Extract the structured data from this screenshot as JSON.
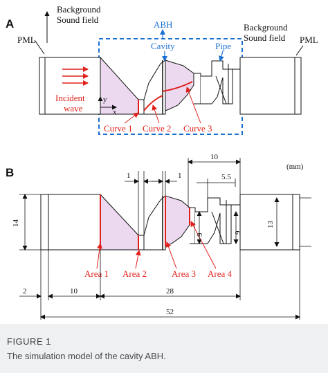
{
  "panel_a": {
    "letter": "A",
    "pml_left": "PML",
    "pml_right": "PML",
    "background_left_1": "Background",
    "background_left_2": "Sound field",
    "background_right_1": "Background",
    "background_right_2": "Sound field",
    "abh": "ABH",
    "cavity": "Cavity",
    "pipe": "Pipe",
    "incident_1": "Incident",
    "incident_2": "wave",
    "axis_y": "y",
    "axis_x": "x",
    "curve1": "Curve 1",
    "curve2": "Curve 2",
    "curve3": "Curve 3"
  },
  "panel_b": {
    "letter": "B",
    "unit": "(mm)",
    "dim_1a": "1",
    "dim_1b": "1",
    "dim_10_top": "10",
    "dim_5_5": "5.5",
    "dim_14": "14",
    "dim_13": "13",
    "dim_9a": "9",
    "dim_9b": "9",
    "dim_2": "2",
    "dim_10_bottom": "10",
    "dim_28": "28",
    "dim_52": "52",
    "area1": "Area 1",
    "area2": "Area 2",
    "area3": "Area 3",
    "area4": "Area 4"
  },
  "caption": {
    "title": "FIGURE 1",
    "text": "The simulation model of the cavity ABH."
  },
  "colors": {
    "red": "#e0201a",
    "blue": "#1a6fd0",
    "fill": "#ecd9f0"
  }
}
